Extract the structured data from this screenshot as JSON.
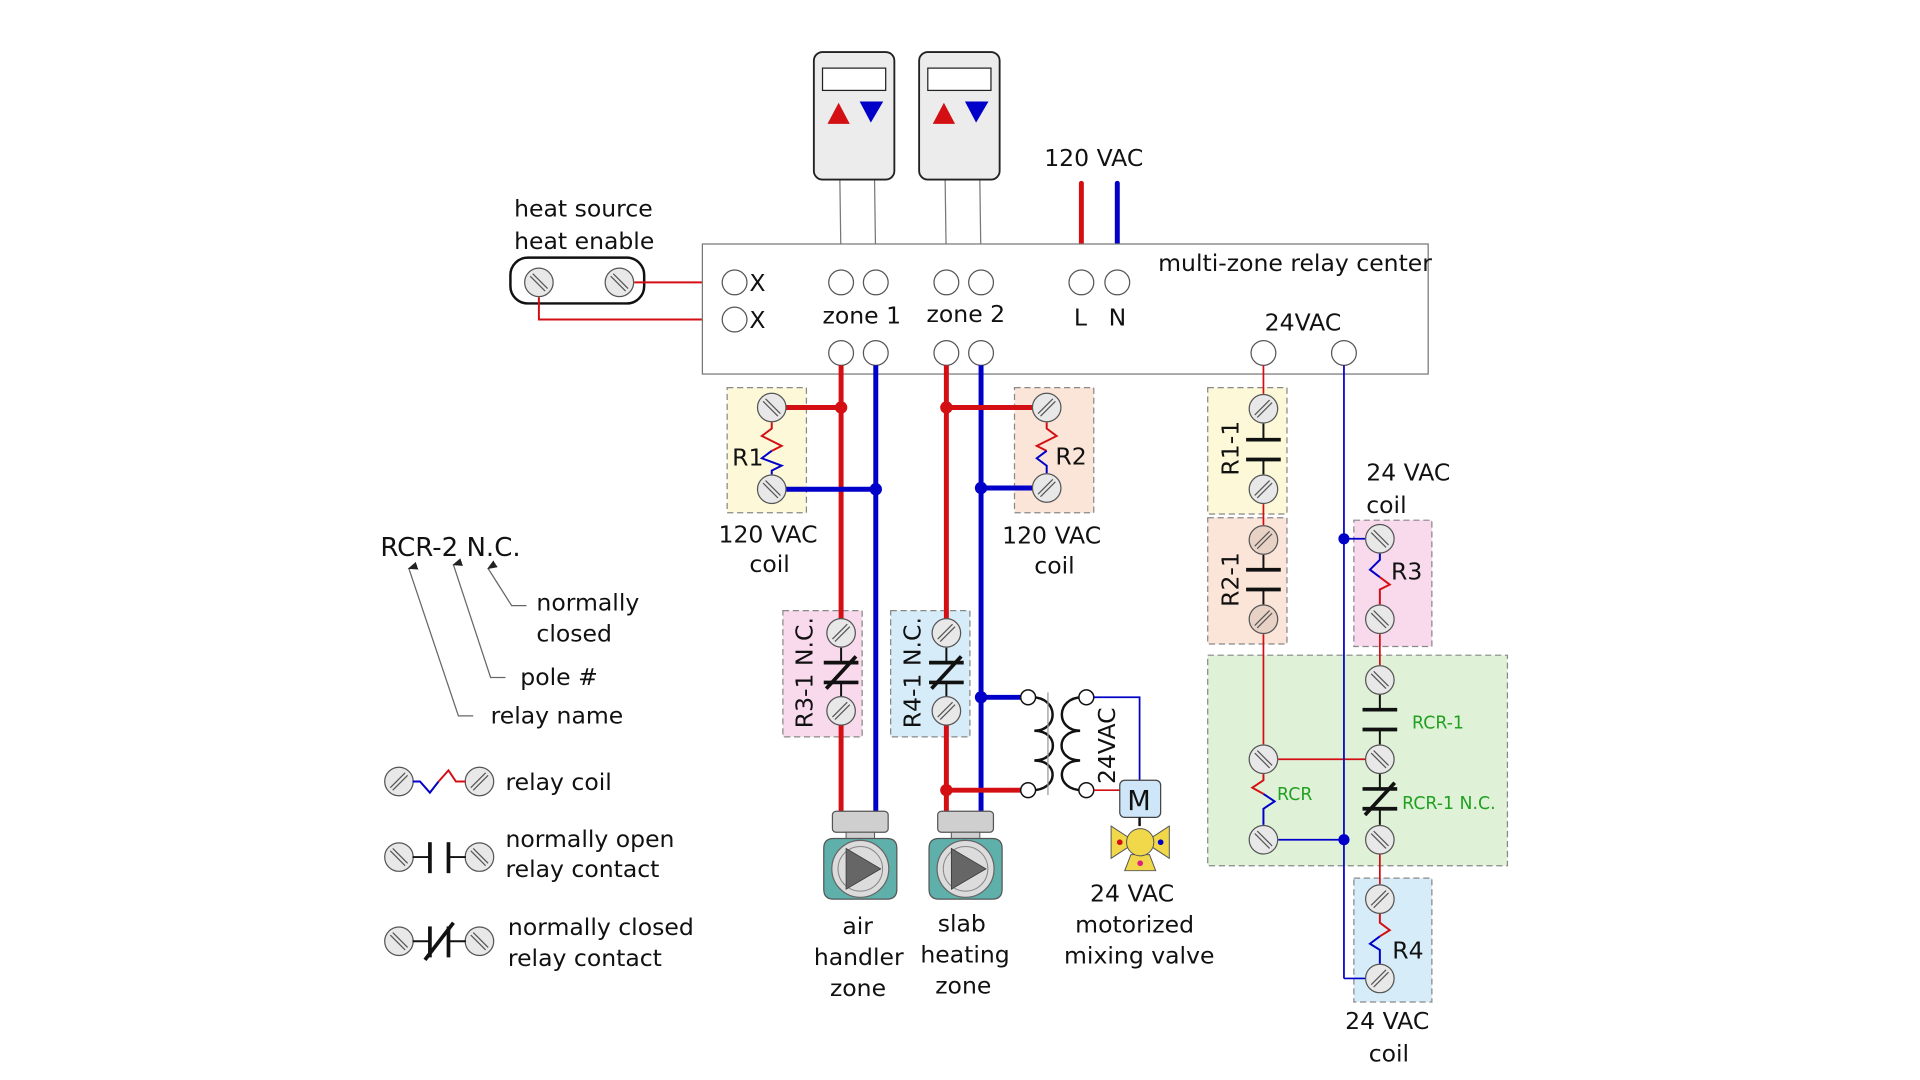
{
  "diagram": {
    "title": "Multi-zone relay center wiring diagram",
    "colors": {
      "hot": "#d40f14",
      "neutral": "#0000c8",
      "r1_bg": "#fdf9d8",
      "r2_bg": "#fbe5d8",
      "r3_bg": "#f9d9ec",
      "r4_bg": "#d6ecf8",
      "rcr_bg": "#dff2d8",
      "rcr_text": "#22a022",
      "pump_body": "#5fb0ab",
      "valve_body": "#f0d84a",
      "motor_bg": "#cfe6f8"
    },
    "heat_source": {
      "line1": "heat source",
      "line2": "heat enable"
    },
    "relay_center": {
      "title": "multi-zone relay center",
      "terminal_x1": "X",
      "terminal_x2": "X",
      "zone1": "zone 1",
      "zone2": "zone 2",
      "line": "L",
      "neutral": "N",
      "low_voltage": "24VAC"
    },
    "supply": {
      "label": "120 VAC"
    },
    "relays": {
      "r1": {
        "name": "R1",
        "rating_line1": "120 VAC",
        "rating_line2": "coil"
      },
      "r2": {
        "name": "R2",
        "rating_line1": "120 VAC",
        "rating_line2": "coil"
      },
      "r3": {
        "name": "R3",
        "rating_line1": "24 VAC",
        "rating_line2": "coil"
      },
      "r4": {
        "name": "R4",
        "rating_line1": "24 VAC",
        "rating_line2": "coil"
      },
      "r3_1": {
        "name": "R3-1 N.C."
      },
      "r4_1": {
        "name": "R4-1 N.C."
      },
      "r1_1": {
        "name": "R1-1"
      },
      "r2_1": {
        "name": "R2-1"
      },
      "rcr": {
        "coil": "RCR",
        "contact_no": "RCR-1",
        "contact_nc": "RCR-1 N.C."
      }
    },
    "transformer": {
      "label": "24VAC"
    },
    "motor": {
      "label": "M"
    },
    "loads": {
      "pump1": {
        "line1": "air",
        "line2": "handler",
        "line3": "zone"
      },
      "pump2": {
        "line1": "slab",
        "line2": "heating",
        "line3": "zone"
      },
      "valve": {
        "line1": "24 VAC",
        "line2": "motorized",
        "line3": "mixing valve"
      }
    },
    "legend": {
      "notation": "RCR-2 N.C.",
      "normally": "normally",
      "closed": "closed",
      "pole": "pole #",
      "relay_name": "relay name",
      "coil": "relay coil",
      "no_line1": "normally open",
      "no_line2": "relay contact",
      "nc_line1": "normally closed",
      "nc_line2": "relay contact"
    }
  }
}
